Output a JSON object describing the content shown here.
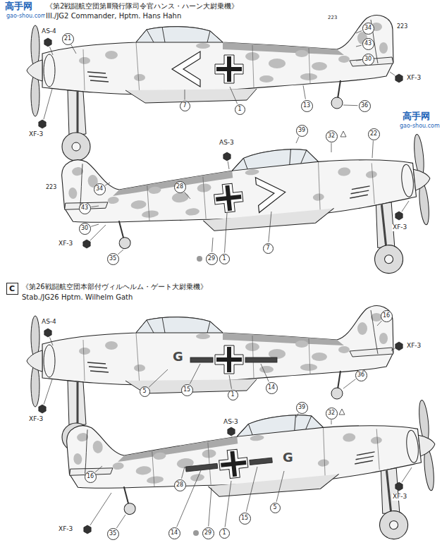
{
  "diagram": {
    "nodes": [
      {
        "text": [
          "21"
        ]
      },
      {
        "text": [
          "34"
        ]
      },
      {
        "text": [
          "43"
        ]
      },
      {
        "text": [
          "30"
        ]
      },
      {
        "text": [
          "7"
        ]
      },
      {
        "text": [
          "1"
        ]
      },
      {
        "text": [
          "13"
        ]
      },
      {
        "text": [
          "36"
        ]
      },
      {
        "text": [
          "39"
        ]
      },
      {
        "text": [
          "32"
        ]
      },
      {
        "text": [
          "22"
        ]
      },
      {
        "text": [
          "34"
        ]
      },
      {
        "text": [
          "28"
        ]
      },
      {
        "text": [
          "43"
        ]
      },
      {
        "text": [
          "30"
        ]
      },
      {
        "text": [
          "35"
        ]
      },
      {
        "text": [
          "29"
        ]
      },
      {
        "text": [
          "1"
        ]
      },
      {
        "text": [
          "7"
        ]
      },
      {
        "text": [
          "C"
        ]
      },
      {
        "text": [
          "16"
        ]
      },
      {
        "text": [
          "36"
        ]
      },
      {
        "text": [
          "5"
        ]
      },
      {
        "text": [
          "15"
        ]
      },
      {
        "text": [
          "1"
        ]
      },
      {
        "text": [
          "14"
        ]
      },
      {
        "text": [
          "39"
        ]
      },
      {
        "text": [
          "32"
        ]
      },
      {
        "text": [
          "16"
        ]
      },
      {
        "text": [
          "28"
        ]
      },
      {
        "text": [
          "35"
        ]
      },
      {
        "text": [
          "14"
        ]
      },
      {
        "text": [
          "29"
        ]
      },
      {
        "text": [
          "1"
        ]
      },
      {
        "text": [
          "15"
        ]
      },
      {
        "text": [
          "5"
        ]
      }
    ],
    "labels": [
      "高手网",
      "gao-shou.com",
      "《第2戦闘航空団第Ⅲ飛行隊司令官ハンス・ハーン大尉乗機》",
      "III./JG2 Commander, Hptm. Hans Hahn",
      "AS-4",
      "XF-3",
      "223",
      "223",
      "XF-3",
      "AS-3",
      "高手网",
      "gao-shou.com",
      "223",
      "XF-3",
      "XF-3",
      "《第26戦闘航空団本部付ヴィルヘルム・ゲート大尉乗機》",
      "Stab./JG26 Hptm. Wilhelm Gath",
      "AS-4",
      "G",
      "XF-3",
      "XF-3",
      "AS-3",
      "G",
      "XF-3",
      "XF-3"
    ]
  }
}
